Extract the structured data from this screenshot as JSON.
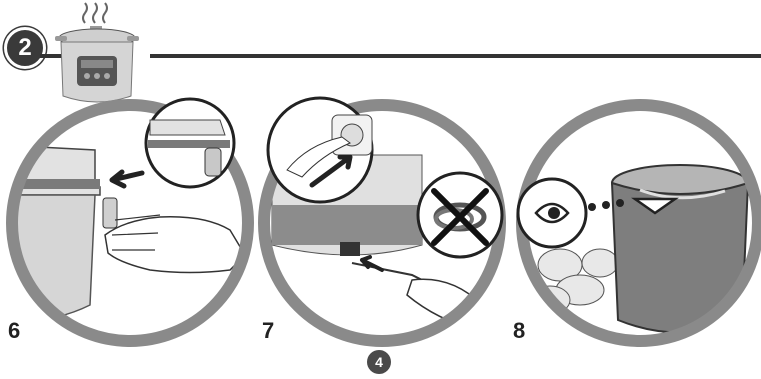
{
  "header": {
    "step_number": "2"
  },
  "figures": [
    {
      "number": "6"
    },
    {
      "number": "7"
    },
    {
      "number": "8"
    }
  ],
  "footer": {
    "page_number": "4"
  },
  "colors": {
    "dark": "#333333",
    "grey": "#8a8a8a",
    "light_grey": "#d8d8d8"
  }
}
